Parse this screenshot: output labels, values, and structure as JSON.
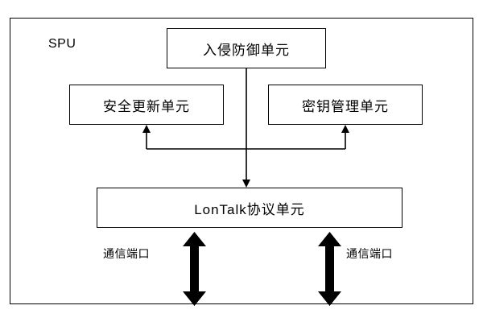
{
  "diagram": {
    "frame_label": "SPU",
    "boxes": [
      {
        "id": "ips",
        "label": "入侵防御单元"
      },
      {
        "id": "update",
        "label": "安全更新单元"
      },
      {
        "id": "key",
        "label": "密钥管理单元"
      },
      {
        "id": "lontalk",
        "label": "LonTalk协议单元"
      }
    ],
    "ports": [
      {
        "id": "left",
        "label": "通信端口"
      },
      {
        "id": "right",
        "label": "通信端口"
      }
    ],
    "colors": {
      "line": "#000000",
      "background": "#ffffff",
      "text": "#000000"
    }
  }
}
